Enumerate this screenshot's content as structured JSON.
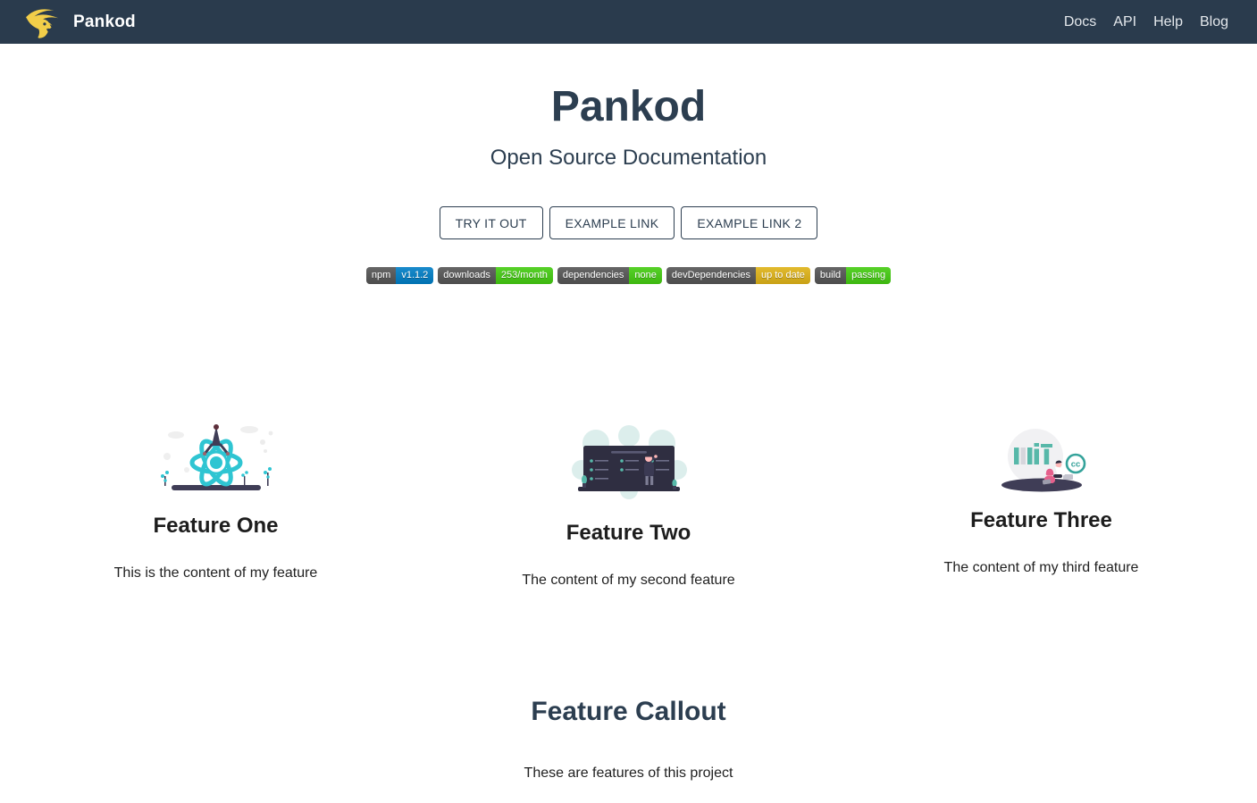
{
  "navbar": {
    "brand": "Pankod",
    "logo_icon": "goat-logo-icon",
    "links": [
      {
        "label": "Docs"
      },
      {
        "label": "API"
      },
      {
        "label": "Help"
      },
      {
        "label": "Blog"
      }
    ]
  },
  "hero": {
    "title": "Pankod",
    "subtitle": "Open Source Documentation",
    "buttons": [
      {
        "label": "TRY IT OUT"
      },
      {
        "label": "EXAMPLE LINK"
      },
      {
        "label": "EXAMPLE LINK 2"
      }
    ],
    "badges": [
      {
        "label": "npm",
        "value": "v1.1.2",
        "label_bg": "#555555",
        "value_color": "#007ec6"
      },
      {
        "label": "downloads",
        "value": "253/month",
        "label_bg": "#555555",
        "value_color": "#44cc11"
      },
      {
        "label": "dependencies",
        "value": "none",
        "label_bg": "#555555",
        "value_color": "#44cc11"
      },
      {
        "label": "devDependencies",
        "value": "up to date",
        "label_bg": "#555555",
        "value_color": "#dfb317"
      },
      {
        "label": "build",
        "value": "passing",
        "label_bg": "#555555",
        "value_color": "#44cc11"
      }
    ]
  },
  "features": [
    {
      "title": "Feature One",
      "description": "This is the content of my feature",
      "icon": "react-atom-illustration"
    },
    {
      "title": "Feature Two",
      "description": "The content of my second feature",
      "icon": "presentation-board-illustration"
    },
    {
      "title": "Feature Three",
      "description": "The content of my third feature",
      "icon": "open-source-mit-illustration"
    }
  ],
  "callout": {
    "title": "Feature Callout",
    "description": "These are features of this project"
  },
  "colors": {
    "navbar_bg": "#2a3b4d",
    "brand_yellow": "#f2ce49",
    "heading_navy": "#2c3e50",
    "text_dark": "#212121",
    "badge_label_bg": "#555555",
    "badge_blue": "#007ec6",
    "badge_green": "#44cc11",
    "badge_gold": "#dfb317",
    "illustration_cyan": "#2fc5d2",
    "illustration_teal": "#57b8a9",
    "illustration_dark": "#3f3d56"
  }
}
